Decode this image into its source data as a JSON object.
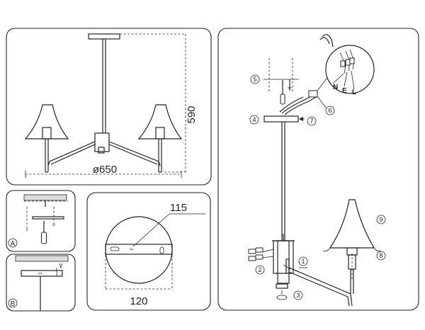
{
  "overview": {
    "height_label": "590",
    "diameter_label": "ø650"
  },
  "plate_detail": {
    "top_label": "115",
    "bottom_label": "120"
  },
  "mount_steps": {
    "step_a": "A",
    "step_b": "B"
  },
  "assembly": {
    "wiring_letters": [
      "N",
      "E",
      "L"
    ],
    "callouts": [
      "1",
      "2",
      "3",
      "4",
      "5",
      "6",
      "7",
      "8",
      "9"
    ]
  }
}
